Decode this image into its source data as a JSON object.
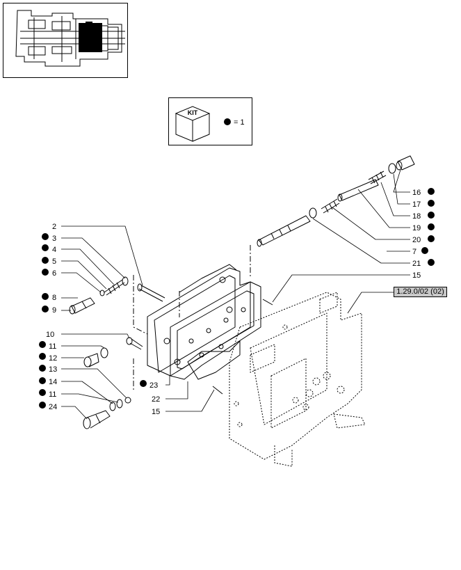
{
  "kit": {
    "badge_label": "KIT",
    "legend_text": "= 1"
  },
  "reference": {
    "label": "1.29.0/02 (02)"
  },
  "callouts_left": [
    {
      "number": "2",
      "kit": false
    },
    {
      "number": "3",
      "kit": true
    },
    {
      "number": "4",
      "kit": true
    },
    {
      "number": "5",
      "kit": true
    },
    {
      "number": "6",
      "kit": true
    },
    {
      "number": "8",
      "kit": true
    },
    {
      "number": "9",
      "kit": true
    },
    {
      "number": "10",
      "kit": false
    },
    {
      "number": "11",
      "kit": true
    },
    {
      "number": "12",
      "kit": true
    },
    {
      "number": "13",
      "kit": true
    },
    {
      "number": "14",
      "kit": true
    },
    {
      "number": "11",
      "kit": true
    },
    {
      "number": "24",
      "kit": true
    }
  ],
  "callouts_right": [
    {
      "number": "16",
      "kit": true
    },
    {
      "number": "17",
      "kit": true
    },
    {
      "number": "18",
      "kit": true
    },
    {
      "number": "19",
      "kit": true
    },
    {
      "number": "20",
      "kit": true
    },
    {
      "number": "7",
      "kit": true
    },
    {
      "number": "21",
      "kit": true
    },
    {
      "number": "15",
      "kit": false
    }
  ],
  "callouts_bottom": [
    {
      "number": "23",
      "kit": true
    },
    {
      "number": "22",
      "kit": false
    },
    {
      "number": "15",
      "kit": false
    }
  ]
}
